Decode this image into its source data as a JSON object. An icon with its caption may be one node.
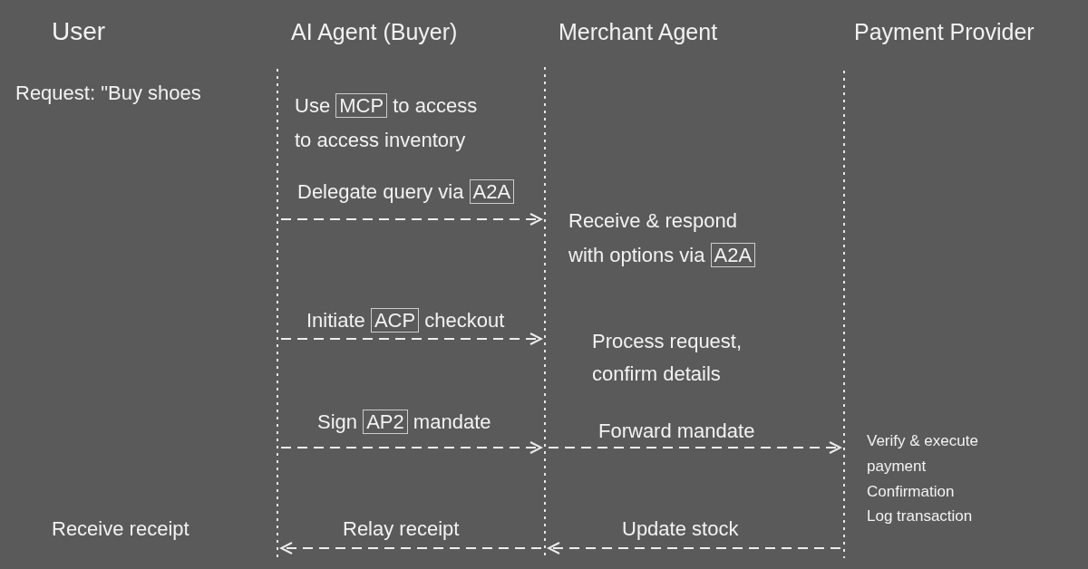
{
  "diagram": {
    "nodes": [
      {
        "text": [
          "User"
        ]
      },
      {
        "text": [
          "AI Agent (Buyer)"
        ]
      },
      {
        "text": [
          "Merchant Agent"
        ]
      },
      {
        "text": [
          "Payment Provider"
        ]
      }
    ],
    "edges": [
      {
        "from": 1,
        "to": 2,
        "arrow": "to",
        "label": "Delegate query via A2A",
        "style": "dashed"
      },
      {
        "from": 1,
        "to": 2,
        "arrow": "to",
        "label": "Initiate ACP checkout",
        "style": "dashed"
      },
      {
        "from": 1,
        "to": 2,
        "arrow": "to",
        "label": "Sign AP2 mandate",
        "style": "dashed"
      },
      {
        "from": 2,
        "to": 3,
        "arrow": "to",
        "label": "Forward mandate",
        "style": "dashed"
      },
      {
        "from": 2,
        "to": 1,
        "arrow": "to",
        "label": "Relay receipt",
        "style": "dashed"
      },
      {
        "from": 3,
        "to": 2,
        "arrow": "to",
        "label": "Update stock",
        "style": "dashed"
      }
    ],
    "labels": [
      "Request: \"Buy shoes",
      "Use MCP to access to access inventory",
      "Receive & respond with options via A2A",
      "Process request, confirm details",
      "Verify & execute payment",
      "Confirmation",
      "Log transaction",
      "Receive receipt"
    ]
  }
}
